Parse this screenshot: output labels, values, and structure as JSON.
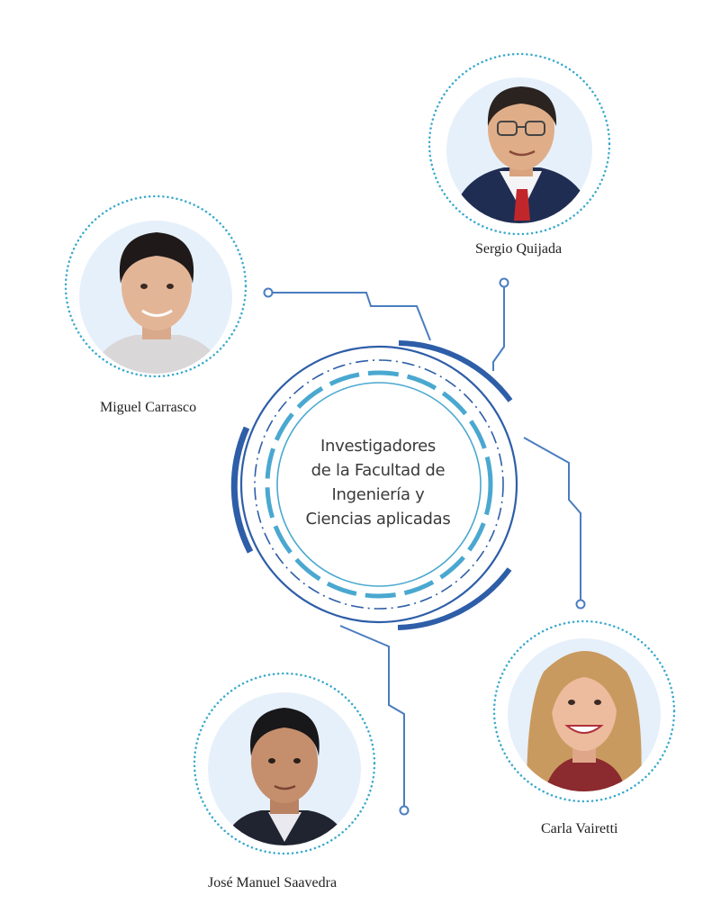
{
  "center": {
    "lines": [
      "Investigadores",
      "de la Facultad de",
      "Ingeniería y",
      "Ciencias aplicadas"
    ]
  },
  "people": [
    {
      "name": "Sergio Quijada"
    },
    {
      "name": "Miguel Carrasco"
    },
    {
      "name": "Carla Vairetti"
    },
    {
      "name": "José Manuel Saavedra"
    }
  ],
  "colors": {
    "ring_dark": "#2e5ea8",
    "ring_mid": "#3f7cc4",
    "ring_light": "#4aa8d0",
    "dotted": "#39a9cc",
    "connector": "#4a7dc0",
    "photo_bg": "#e6f0fa"
  }
}
